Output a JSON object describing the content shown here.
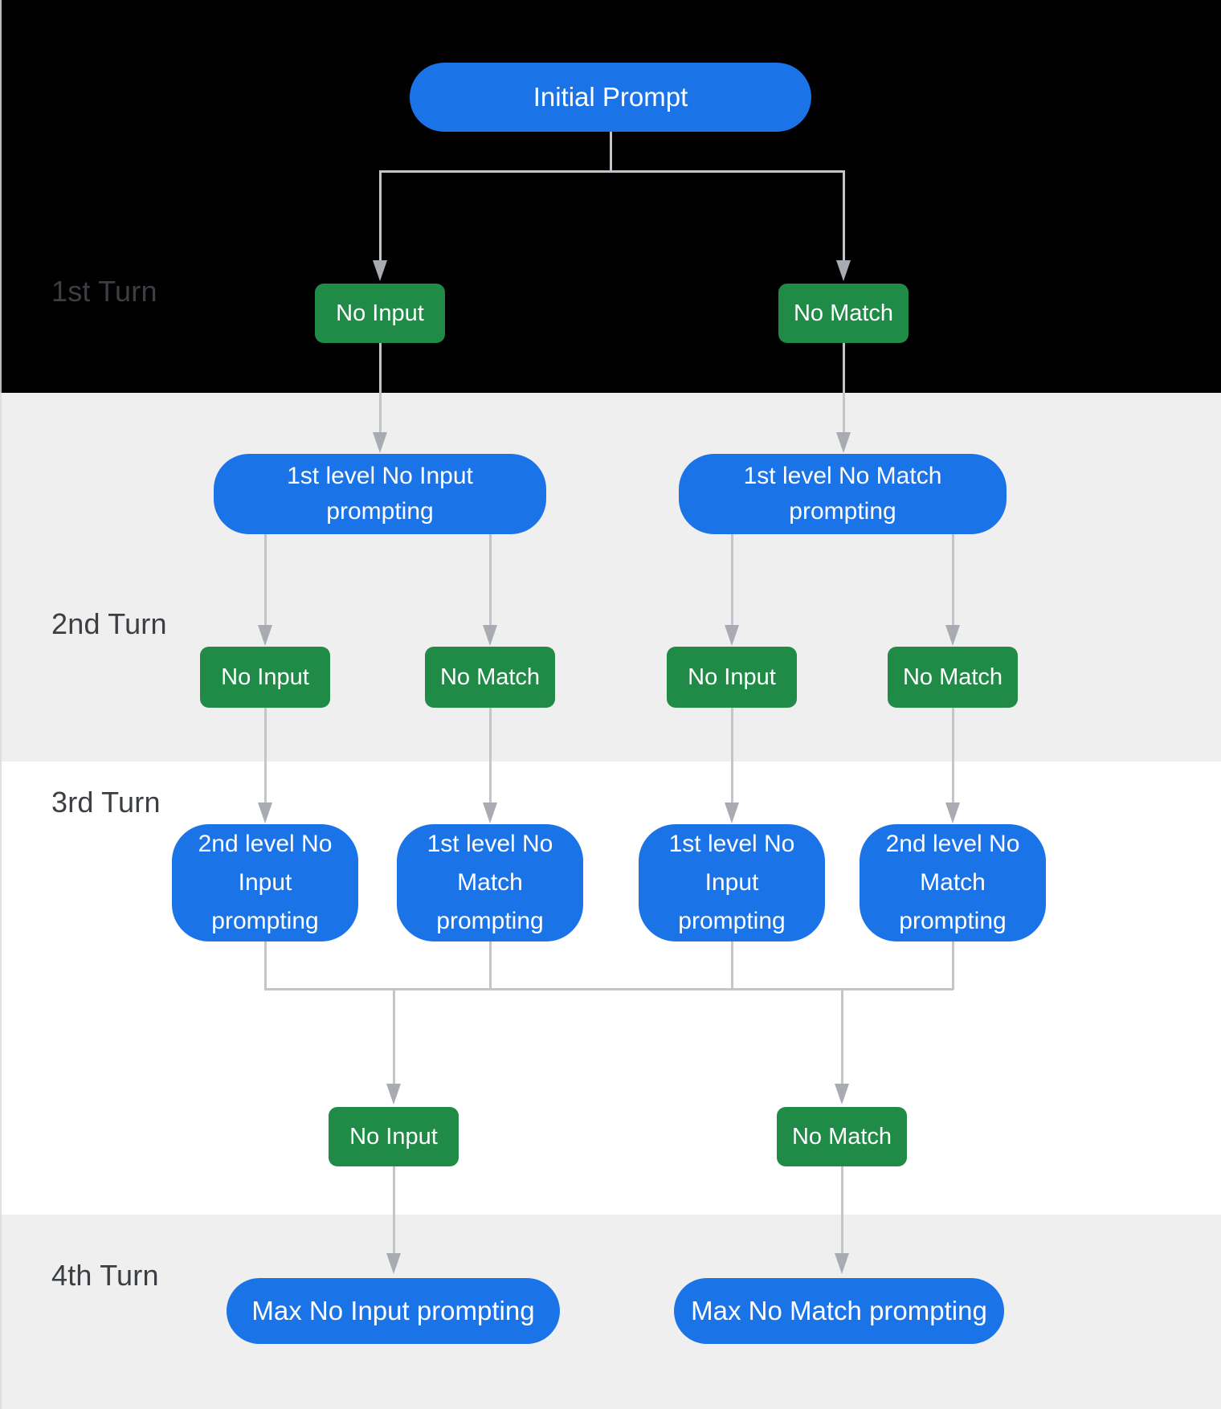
{
  "colors": {
    "node_blue": "#1b73e8",
    "node_green": "#208b46",
    "connector_line": "#c2c5ca",
    "arrowhead": "#a8acb2",
    "band_top": "#000000",
    "band_gray": "#efefef",
    "band_white": "#ffffff",
    "turn_label": "#3b3e42",
    "node_text": "#ffffff"
  },
  "turn_labels": {
    "t1": "1st Turn",
    "t2": "2nd Turn",
    "t3": "3rd Turn",
    "t4": "4th Turn"
  },
  "nodes": {
    "initial_prompt": "Initial Prompt",
    "turn1_no_input": "No Input",
    "turn1_no_match": "No Match",
    "level1_no_input_prompting": "1st level No Input\nprompting",
    "level1_no_match_prompting": "1st level No Match\nprompting",
    "turn2_no_input_left": "No Input",
    "turn2_no_match_left": "No Match",
    "turn2_no_input_right": "No Input",
    "turn2_no_match_right": "No Match",
    "level2_no_input_prompting": "2nd level No\nInput\nprompting",
    "level1_no_match_prompting_b": "1st level No\nMatch\nprompting",
    "level1_no_input_prompting_b": "1st level No\nInput\nprompting",
    "level2_no_match_prompting": "2nd level No\nMatch\nprompting",
    "turn3_no_input": "No Input",
    "turn3_no_match": "No Match",
    "max_no_input_prompting": "Max No Input prompting",
    "max_no_match_prompting": "Max No Match prompting"
  }
}
